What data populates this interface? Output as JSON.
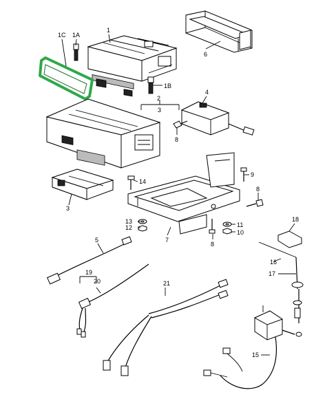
{
  "labels": {
    "p1": "1",
    "p1a": "1A",
    "p1b": "1B",
    "p1c": "1C",
    "p2": "2",
    "p3a": "3",
    "p3b": "3",
    "p4": "4",
    "p5": "5",
    "p6": "6",
    "p7": "7",
    "p8a": "8",
    "p8b": "8",
    "p8c": "8",
    "p9": "9",
    "p10": "10",
    "p11": "11",
    "p12": "12",
    "p13": "13",
    "p14": "14",
    "p15": "15",
    "p16": "16",
    "p17": "17",
    "p18": "18",
    "p19": "19",
    "p20": "20",
    "p21": "21"
  },
  "colors": {
    "highlight": "#2ea84a",
    "line": "#000000",
    "background": "#ffffff"
  }
}
